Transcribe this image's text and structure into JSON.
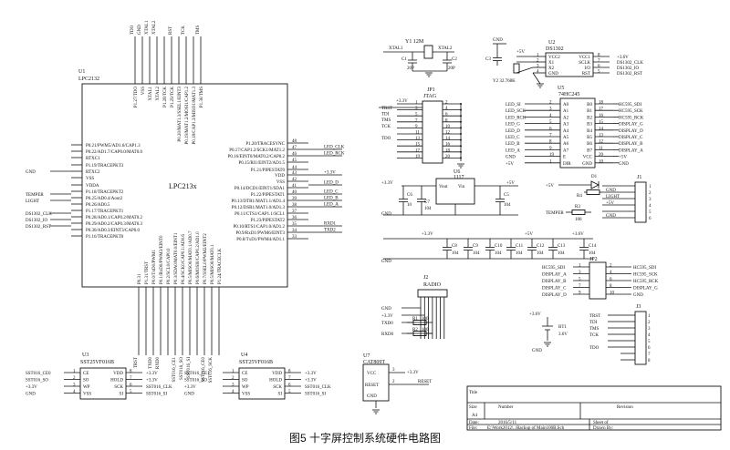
{
  "caption": "图5   十字屏控制系统硬件电路图",
  "u1": {
    "ref": "U1",
    "part": "LPC2132",
    "center": "LPC213x",
    "left_pins": [
      "P0.21/PWM5/AD1.6/CAP1.3",
      "P0.22/AD1.7/CAP0.0/MAT0.0",
      "RTXC1",
      "P1.19/TRACEPKT3",
      "RTXC2",
      "VSS",
      "VDDA",
      "P1.18/TRACEPKT2",
      "P0.25/AD0.4/Aout2",
      "P0.26/AD0.5",
      "P1.17/TRACEPKT1",
      "P0.28/AD0.1/CAP0.2/MAT0.2",
      "P0.29/AD0.2/CAP0.3/MAT0.3",
      "P0.30/AD0.3/EINT3/CAP0.0",
      "P1.16/TRACEPKT0"
    ],
    "right_pins": [
      "P1.20/TRACESYNC",
      "P0.17/CAP1.2/SCK1/MAT1.2",
      "P0.16/EINT0/MAT0.2/CAP0.2",
      "P0.15/RI1/EINT2/AD1.5",
      "P1.21/PIPESTAT0",
      "VDD",
      "VSS",
      "P0.14/DCD1/EINT1/SDA1",
      "P1.22/PIPESTAT1",
      "P0.13/DTR1/MAT1.1/AD1.4",
      "P0.12/DSR1/MAT1.0/AD1.3",
      "P0.11/CTS1/CAP1.1/SCL1",
      "P1.23/PIPESTAT2",
      "P0.10/RTS1/CAP1.0/AD1.2",
      "P0.9/RxD1/PWM6/EINT3",
      "P0.8/TxD1/PWM4/AD1.1"
    ],
    "right_nums": [
      "48",
      "47",
      "46",
      "45",
      "44",
      "43",
      "42",
      "41",
      "40",
      "39",
      "38",
      "37",
      "36",
      "35",
      "34",
      "33"
    ],
    "top_pins": [
      "P1.27/TDO",
      "VSS",
      "XTAL1",
      "XTAL2",
      "P1.28/TCK",
      "P1.29/TCK",
      "P0.20/MAT1.3/SSEL1/EINT3",
      "P0.19/MAT1.2/MOSI1/CAP1.2",
      "P0.18/CAP1.3/MISO1/MAT1.3",
      "P1.30/TMS"
    ],
    "bottom_pins": [
      "P0.31",
      "P1.31/TRST",
      "P0.0/TxD0/PWM1",
      "P0.1/RxD0/PWM3/EINT0",
      "P0.2/SCL0/CAP0.0",
      "P0.3/SDA0/MAT0.0/EINT1",
      "P0.4/SCK0/CAP0.1/AD0.6",
      "P0.5/MISO0/MAT0.1/AD0.7",
      "P0.6/MOSI0/CAP0.2/AD1.0",
      "P0.7/SSEL0/PWM2/EINT2",
      "P0.5/MISO0/MAT0.1",
      "P1.24/TRACECLK"
    ],
    "left_nets": [
      "GND",
      "TEMPER",
      "LIGHT",
      "DS1302_CLK",
      "DS1302_IO",
      "DS1302_RST"
    ],
    "right_nets": [
      "LED_CLK",
      "LED_RCK",
      "+3.3V",
      "LED_D",
      "LED_C",
      "LED_B",
      "LED_A",
      "RXD1",
      "TXD2"
    ],
    "top_nets": [
      "TDO",
      "GND",
      "XTAL1",
      "XTAL2",
      "RST",
      "TCK",
      "TMS"
    ],
    "bottom_nets": [
      "TRST",
      "TXD0",
      "RXD0",
      "SST016_CE1",
      "SST016_SO",
      "SST016_SI",
      "SST016_CE0",
      "SST016_SCK"
    ]
  },
  "crystal": {
    "y1": "Y1 12M",
    "xtal1": "XTAL1",
    "xtal2": "XTAL2",
    "c1": "C1",
    "c2": "C2",
    "v1": "20P",
    "v2": "20P",
    "gnd": "GND"
  },
  "u2": {
    "ref": "U2",
    "part": "DS1302",
    "y2": "Y2 32.768K",
    "c3": "C3",
    "lpins": [
      "VCC2",
      "X1",
      "X2",
      "GND"
    ],
    "lnums": [
      "1",
      "2",
      "3",
      "4"
    ],
    "rpins": [
      "VCC1",
      "SCLK",
      "I/O",
      "RST"
    ],
    "rnums": [
      "8",
      "7",
      "6",
      "5"
    ],
    "rnets": [
      "+3.6V",
      "DS1302_CLK",
      "DS1302_IO",
      "DS1302_RST"
    ],
    "vcc": "+5V",
    "gnd": "GND"
  },
  "jp1": {
    "ref": "JP1",
    "part": "JTAG",
    "vcc": "+3.3V",
    "nets": [
      "TRST",
      "TDI",
      "TMS",
      "TCK",
      "",
      "TDO"
    ],
    "lnums": [
      "1",
      "3",
      "5",
      "7",
      "9",
      "11",
      "13",
      "15",
      "17",
      "19"
    ],
    "rnums": [
      "2",
      "4",
      "6",
      "8",
      "10",
      "12",
      "14",
      "16",
      "18",
      "20"
    ]
  },
  "u5": {
    "ref": "U5",
    "part": "74HC245",
    "lpins": [
      "A0",
      "A1",
      "A2",
      "A3",
      "A4",
      "A5",
      "A6",
      "A7",
      "E",
      "DIR"
    ],
    "lnums": [
      "2",
      "3",
      "4",
      "5",
      "6",
      "7",
      "8",
      "9",
      "19",
      "1"
    ],
    "rpins": [
      "B0",
      "B1",
      "B2",
      "B3",
      "B4",
      "B5",
      "B6",
      "B7",
      "VCC",
      "GND"
    ],
    "rnums": [
      "18",
      "17",
      "16",
      "15",
      "14",
      "13",
      "12",
      "11",
      "20",
      "10"
    ],
    "lnets": [
      "LED_SI",
      "LED_SCK",
      "LED_RCK",
      "LED_G",
      "LED_D",
      "LED_C",
      "LED_B",
      "LED_A",
      "GND",
      "+5V"
    ],
    "rnets": [
      "HC595_SDI",
      "HC595_SCK",
      "HC595_RCK",
      "DISPLAY_G",
      "DISPLAY_D",
      "DISPLAY_C",
      "DISPLAY_B",
      "DISPLAY_A",
      "+5V",
      "GND"
    ]
  },
  "u6": {
    "ref": "U6",
    "part": "1117",
    "vout": "Vout",
    "vin": "Vin",
    "in": "+5V",
    "out": "+3.3V",
    "c6": "C6",
    "c7": "C7",
    "c5": "C5",
    "v6": "10",
    "v7": "104",
    "v5": "104",
    "gnd": "GND"
  },
  "j1": {
    "ref": "J1",
    "d1": "D1",
    "r3": "R3",
    "r4": "R4",
    "r3v": "100",
    "r4v": "1K",
    "nets": [
      "+5V",
      "GND",
      "LIGHT",
      "TEMPER",
      "+5V",
      "GND"
    ],
    "nums": [
      "1",
      "2",
      "3",
      "4",
      "5",
      "6"
    ]
  },
  "caps": {
    "vl": "+3.3V",
    "vr": "+5V",
    "vr2": "+3.6V",
    "gnd": "GND",
    "names": [
      "C8",
      "C9",
      "C10",
      "C11",
      "C12",
      "C13",
      "C14"
    ],
    "value": "104"
  },
  "jp2": {
    "ref": "JP2",
    "lnets": [
      "HC595_SDI",
      "DISPLAY_A",
      "DISPLAY_B",
      "DISPLAY_C",
      "DISPLAY_D"
    ],
    "rnets": [
      "HC595_SDI",
      "HC595_SCK",
      "HC595_RCK",
      "DISPLAY_G",
      "GND"
    ],
    "lnums": [
      "1",
      "3",
      "5",
      "7",
      "9"
    ],
    "rnums": [
      "2",
      "4",
      "6",
      "8",
      "10"
    ]
  },
  "j2": {
    "ref": "J2",
    "part": "RADIO",
    "r1": "R1",
    "r2": "R2",
    "rv": "100",
    "nets": [
      "GND",
      "+3.3V",
      "TXD0",
      "RXD0"
    ]
  },
  "bt1": {
    "ref": "BT1",
    "volt": "3.6V",
    "pos": "+3.6V",
    "gnd": "GND"
  },
  "j3": {
    "ref": "J3",
    "nets": [
      "TRST",
      "TDI",
      "TMS",
      "TCK",
      "",
      "TDO"
    ],
    "nums": [
      "1",
      "2",
      "3",
      "4",
      "5",
      "6",
      "7",
      "8"
    ]
  },
  "u3": {
    "ref": "U3",
    "part": "SST25VF016B",
    "lpins": [
      "CE",
      "SO",
      "WP",
      "VSS"
    ],
    "lnums": [
      "1",
      "2",
      "3",
      "4"
    ],
    "rpins": [
      "VDD",
      "HOLD",
      "SCK",
      "SI"
    ],
    "rnums": [
      "8",
      "7",
      "6",
      "5"
    ],
    "lnets": [
      "SST016_CE0",
      "SST016_SO",
      "+3.3V",
      "GND"
    ],
    "rnets": [
      "+3.3V",
      "+3.3V",
      "SST016_CLK",
      "SST016_SI"
    ]
  },
  "u4": {
    "ref": "U4",
    "part": "SST25VF016B",
    "lpins": [
      "CE",
      "SO",
      "WP",
      "VSS"
    ],
    "lnums": [
      "1",
      "2",
      "3",
      "4"
    ],
    "rpins": [
      "VDD",
      "HOLD",
      "SCK",
      "SI"
    ],
    "rnums": [
      "8",
      "7",
      "6",
      "5"
    ],
    "lnets": [
      "SST016_CE1",
      "SST016_SO",
      "+3.3V",
      "GND"
    ],
    "rnets": [
      "+3.3V",
      "+3.3V",
      "SST016_CLK",
      "SST016_SI"
    ]
  },
  "u7": {
    "ref": "U7",
    "part": "CAT809T",
    "pins": [
      "VCC",
      "RESET",
      "GND"
    ],
    "nums": [
      "3",
      "2",
      "1"
    ],
    "nets": [
      "+3.3V",
      "RESET"
    ]
  },
  "titleblock": {
    "title": "Title",
    "size": "Size",
    "size_val": "A4",
    "number": "Number",
    "revision": "Revision",
    "date": "Date:",
    "date_val": "2016/5/11",
    "sheet": "Sheet of",
    "file": "File:",
    "file_val": "E:\\Work2012\\..\\Backup of Main100B.Sch",
    "drawn": "Drawn By:"
  }
}
